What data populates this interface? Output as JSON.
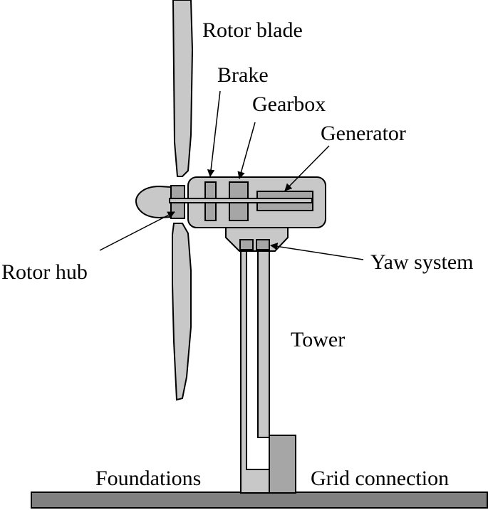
{
  "labels": {
    "rotor_blade": "Rotor blade",
    "brake": "Brake",
    "gearbox": "Gearbox",
    "generator": "Generator",
    "rotor_hub": "Rotor hub",
    "yaw_system": "Yaw system",
    "tower": "Tower",
    "foundations": "Foundations",
    "grid_connection": "Grid connection"
  },
  "colors": {
    "light_fill": "#c8c8c8",
    "mid_fill": "#a6a6a6",
    "dark_fill": "#808080",
    "outline": "#000000",
    "background": "#ffffff"
  }
}
